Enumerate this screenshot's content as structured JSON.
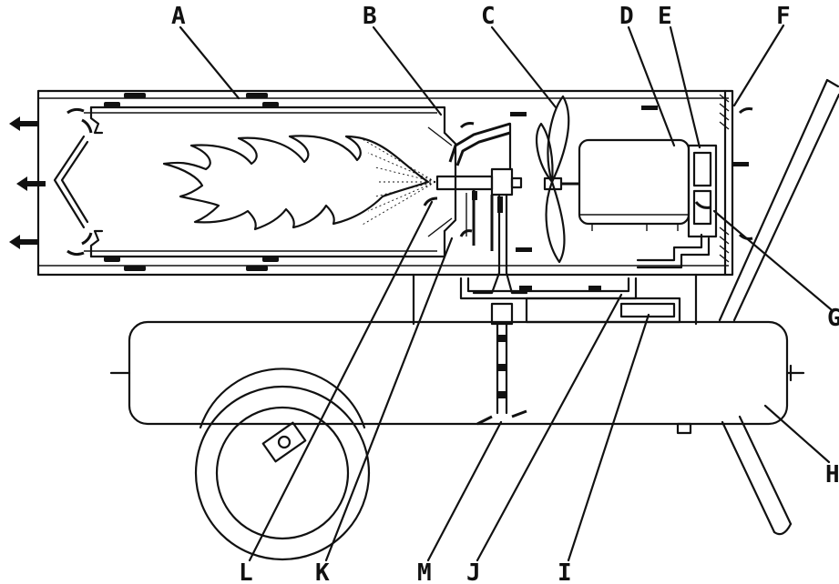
{
  "colors": {
    "ink": "#111111",
    "background": "#ffffff"
  },
  "labels": {
    "a": "A",
    "b": "B",
    "c": "C",
    "d": "D",
    "e": "E",
    "f": "F",
    "g": "G",
    "h": "H",
    "i": "I",
    "j": "J",
    "k": "K",
    "l": "L",
    "m": "M"
  }
}
